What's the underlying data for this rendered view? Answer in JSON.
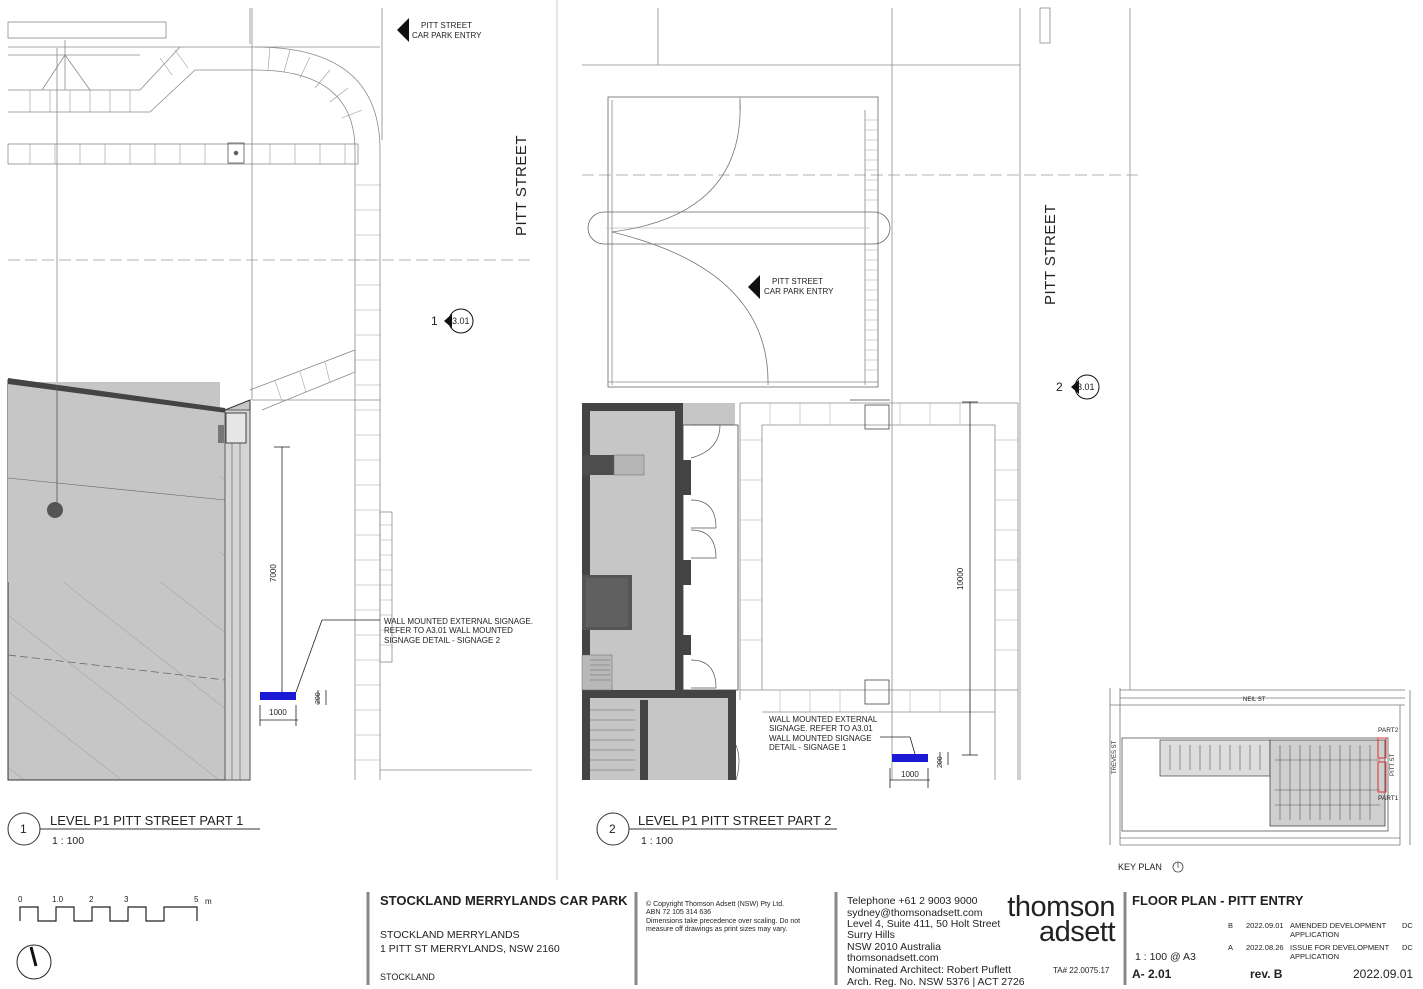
{
  "drawings": {
    "part1": {
      "entry_label_1": "PITT STREET",
      "entry_label_2": "CAR PARK ENTRY",
      "street_label": "PITT STREET",
      "section_number": "1",
      "section_ref": "3.01",
      "dimension_vertical": "7000",
      "dimension_horizontal": "1000",
      "dimension_small": "200",
      "signage_note": "WALL MOUNTED EXTERNAL SIGNAGE.\nREFER TO A3.01 WALL MOUNTED\nSIGNAGE DETAIL - SIGNAGE 2",
      "view_number": "1",
      "view_title": "LEVEL P1 PITT STREET PART 1",
      "view_scale": "1 : 100"
    },
    "part2": {
      "entry_label_1": "PITT STREET",
      "entry_label_2": "CAR PARK ENTRY",
      "street_label": "PITT STREET",
      "section_number": "2",
      "section_ref": "3.01",
      "dimension_vertical": "10000",
      "dimension_horizontal": "1000",
      "dimension_small": "200",
      "signage_note": "WALL MOUNTED EXTERNAL\nSIGNAGE. REFER TO A3.01\nWALL MOUNTED SIGNAGE\nDETAIL - SIGNAGE 1",
      "view_number": "2",
      "view_title": "LEVEL P1 PITT STREET PART 2",
      "view_scale": "1 : 100"
    }
  },
  "key_plan": {
    "title": "KEY PLAN",
    "street_north": "NEIL ST",
    "street_west": "TREVES ST",
    "street_east": "PITT ST",
    "part1_label": "PART1",
    "part2_label": "PART2"
  },
  "scale_bar": {
    "ticks": [
      "0",
      "1.0",
      "2",
      "3",
      "5"
    ],
    "unit": "m"
  },
  "title_block": {
    "project_name": "STOCKLAND MERRYLANDS CAR PARK",
    "project_sub": "STOCKLAND MERRYLANDS",
    "address": "1 PITT ST MERRYLANDS, NSW 2160",
    "client": "STOCKLAND",
    "copyright": "© Copyright Thomson Adsett (NSW) Pty Ltd.\nABN 72 105 314 636\nDimensions take precedence over scaling. Do not\nmeasure off drawings as print sizes may vary.",
    "contact": {
      "telephone": "Telephone +61 2 9003 9000",
      "email": "sydney@thomsonadsett.com",
      "address1": "Level 4, Suite 411, 50 Holt Street",
      "address2": "Surry Hills",
      "address3": "NSW 2010 Australia",
      "website": "thomsonadsett.com",
      "architect": "Nominated Architect: Robert Puflett",
      "registration": "Arch. Reg. No. NSW 5376 | ACT 2726"
    },
    "logo_line1": "thomson",
    "logo_line2": "adsett",
    "job_number": "TA# 22.0075.17",
    "drawing_title": "FLOOR PLAN - PITT ENTRY",
    "revisions": [
      {
        "rev": "B",
        "date": "2022.09.01",
        "description": "AMENDED DEVELOPMENT\nAPPLICATION",
        "by": "DC"
      },
      {
        "rev": "A",
        "date": "2022.08.26",
        "description": "ISSUE FOR DEVELOPMENT\nAPPLICATION",
        "by": "DC"
      }
    ],
    "scale": "1 : 100 @ A3",
    "drawing_number": "A- 2.01",
    "revision_label": "rev. B",
    "issue_date": "2022.09.01"
  },
  "colors": {
    "line": "#8a8a8a",
    "dark_line": "#333333",
    "building_fill": "#c4c4c4",
    "wall_fill": "#4a4a4a",
    "signage": "#1a1ad6"
  }
}
